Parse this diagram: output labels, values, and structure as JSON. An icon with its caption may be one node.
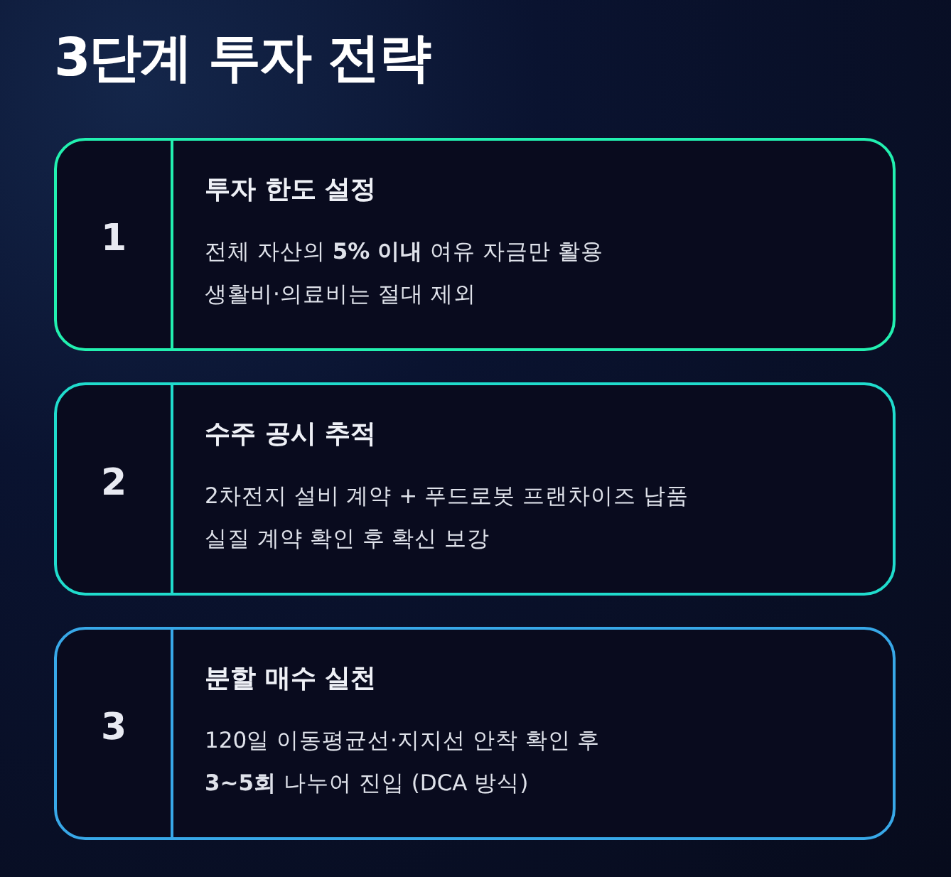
{
  "diagram": {
    "title": "3단계 투자 전략",
    "nodes": [
      {
        "text": [
          "1",
          "투자 한도 설정",
          "전체 자산의 **5% 이내** 여유 자금만 활용",
          "생활비·의료비는 절대 제외"
        ]
      },
      {
        "text": [
          "2",
          "수주 공시 추적",
          "2차전지 설비 계약 + 푸드로봇 프랜차이즈 납품",
          "실질 계약 확인 후 확신 보강"
        ]
      },
      {
        "text": [
          "3",
          "분할 매수 실천",
          "120일 이동평균선·지지선 안착 확인 후",
          "**3~5회** 나누어 진입 (DCA 방식)"
        ]
      }
    ]
  }
}
